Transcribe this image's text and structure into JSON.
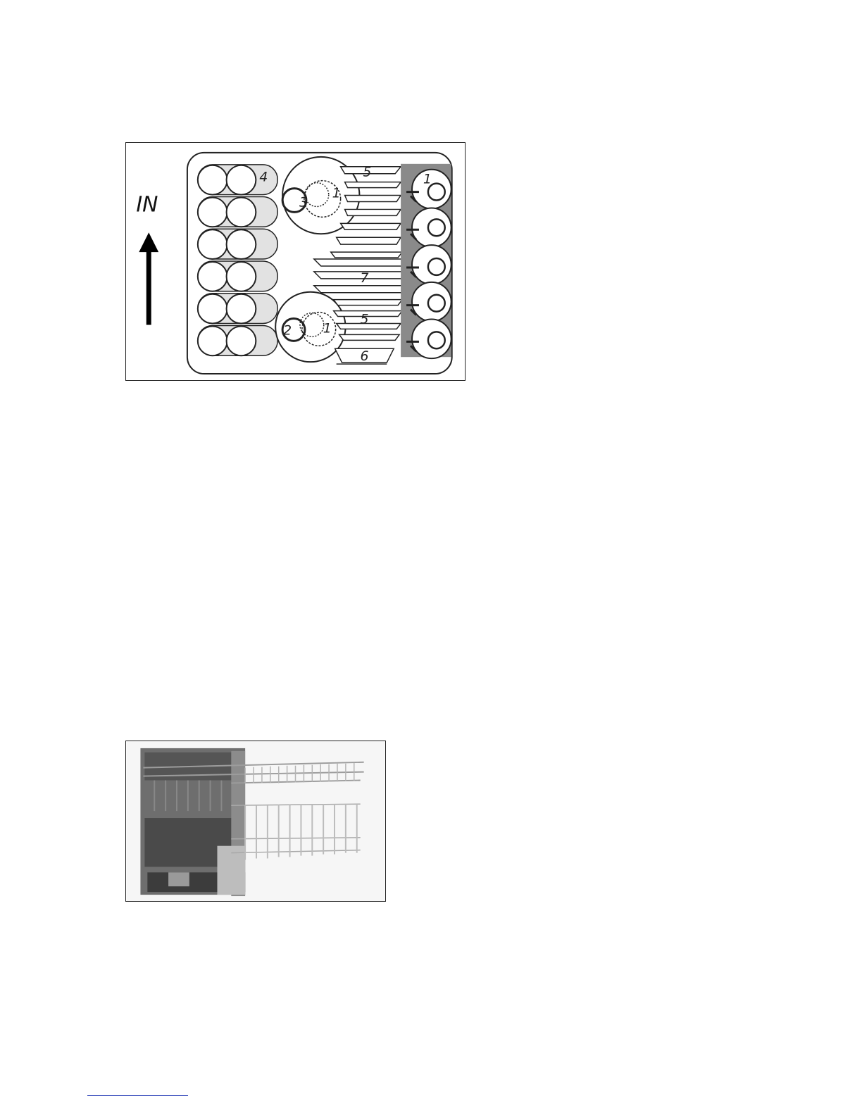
{
  "diagram": {
    "direction_label": "IN",
    "labels": {
      "cups": "1",
      "bowl_small": "2",
      "bowl_large": "3",
      "glasses": "4",
      "plates_top": "5",
      "plates_bottom": "5",
      "bowl_bottom": "6",
      "dishes_middle": "7"
    }
  },
  "colors": {
    "line": "#222222",
    "shade_light": "#e2e2e2",
    "shade_dark": "#8a8a8a"
  },
  "footnote": {
    "color": "#2a3fb8"
  }
}
